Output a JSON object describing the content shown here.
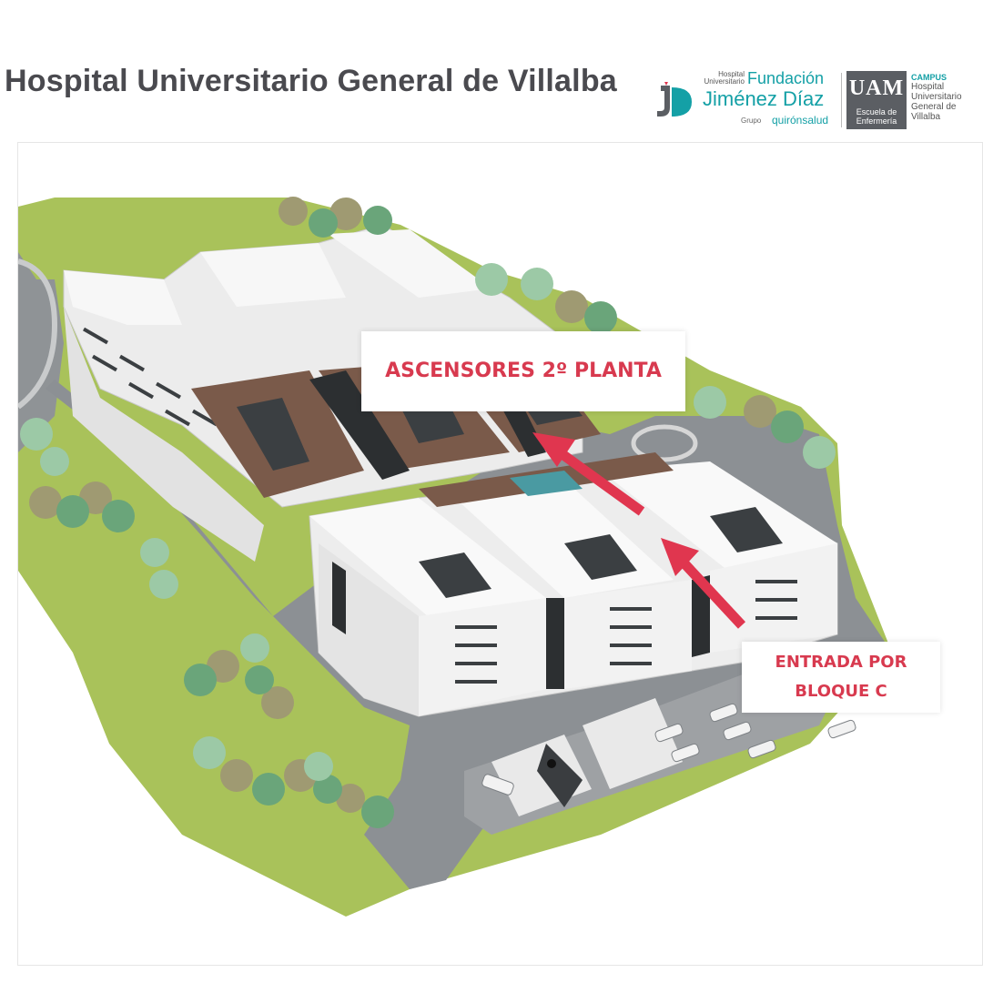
{
  "title": "Hospital Universitario General de Villalba",
  "logos": {
    "fjd": {
      "small_text": "Hospital Universitario",
      "name_line1": "Fundación",
      "name_line2": "Jiménez Díaz",
      "grupo": "Grupo",
      "quiron": "quirónsalud",
      "color": "#14a0a6"
    },
    "uam": {
      "letters": "UAM",
      "sub_line1": "Escuela de",
      "sub_line2": "Enfermería",
      "color": "#5b5e63"
    },
    "campus": {
      "title": "CAMPUS",
      "line1": "Hospital",
      "line2": "Universitario",
      "line3": "General de",
      "line4": "Villalba"
    }
  },
  "map": {
    "labels": {
      "elevators": "ASCENSORES 2º PLANTA",
      "entrance_line1": "ENTRADA POR",
      "entrance_line2": "BLOQUE C"
    },
    "colors": {
      "accent_red": "#e0364f",
      "grass": "#a9c25a",
      "road": "#9da0a3",
      "building": "#f1f1f1",
      "roof_brown": "#7a5a4a"
    }
  }
}
